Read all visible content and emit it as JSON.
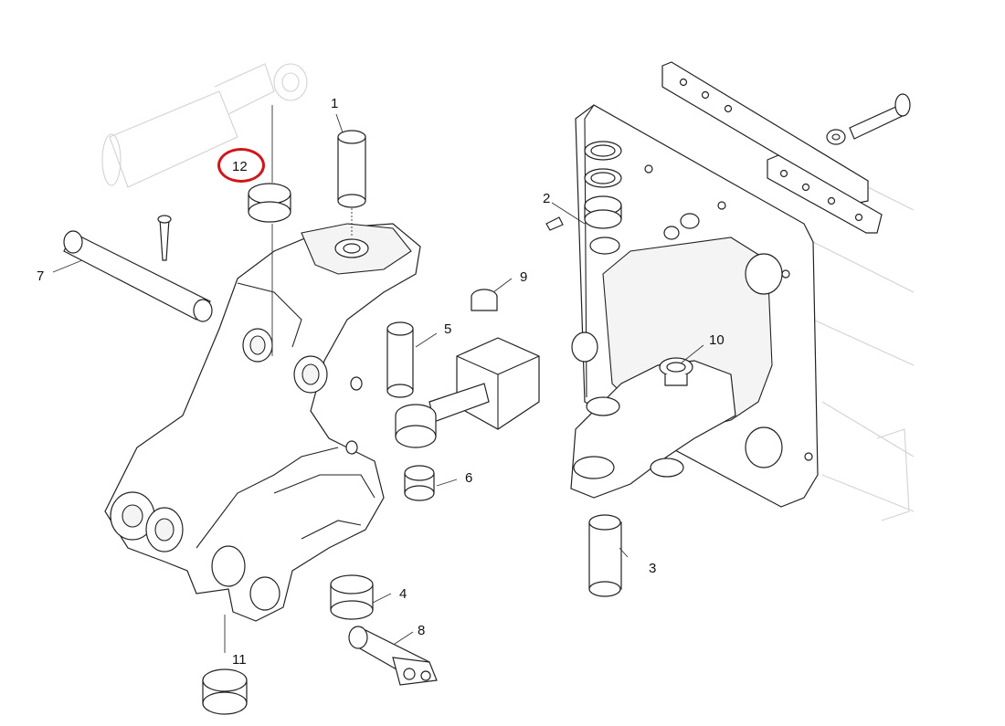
{
  "diagram": {
    "callouts": [
      {
        "id": "1",
        "label": "1"
      },
      {
        "id": "2",
        "label": "2"
      },
      {
        "id": "3",
        "label": "3"
      },
      {
        "id": "4",
        "label": "4"
      },
      {
        "id": "5",
        "label": "5"
      },
      {
        "id": "6",
        "label": "6"
      },
      {
        "id": "7",
        "label": "7"
      },
      {
        "id": "8",
        "label": "8"
      },
      {
        "id": "9",
        "label": "9"
      },
      {
        "id": "10",
        "label": "10"
      },
      {
        "id": "11",
        "label": "11"
      },
      {
        "id": "12",
        "label": "12"
      }
    ],
    "highlight": {
      "target": "12",
      "color": "#d0161b"
    },
    "line_color": "#222222"
  }
}
